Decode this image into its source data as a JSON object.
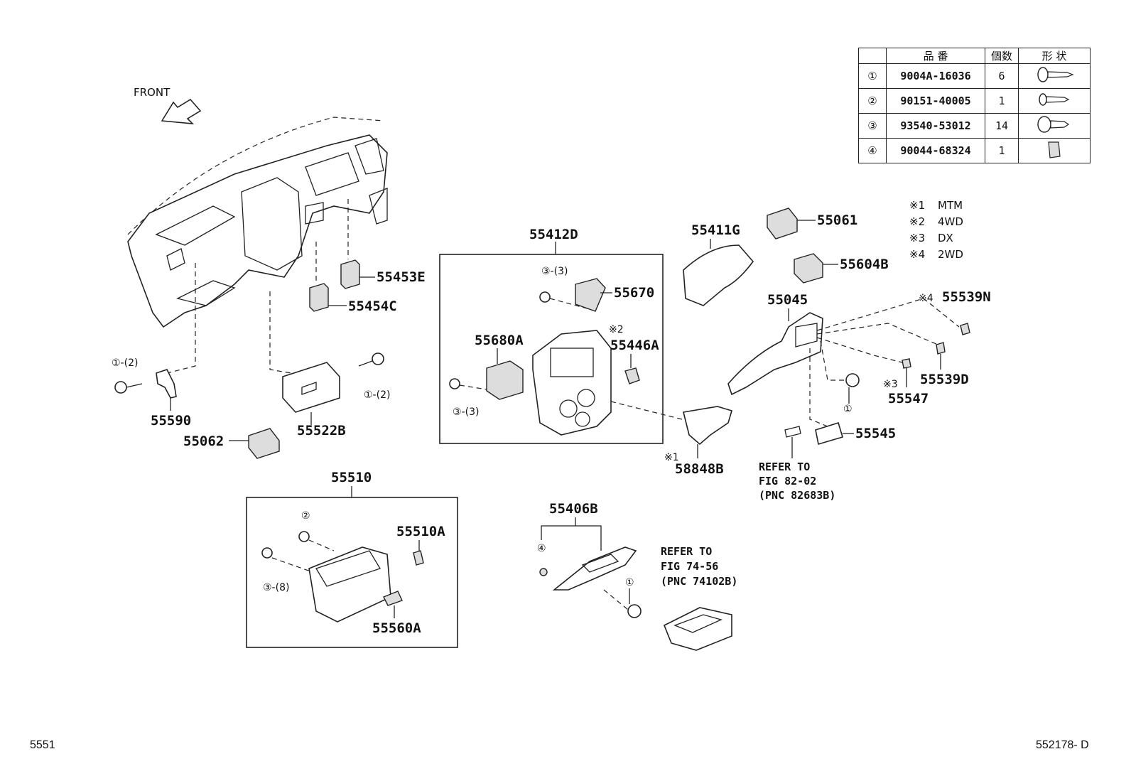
{
  "front_label": "FRONT",
  "legend": {
    "headers": [
      "",
      "品 番",
      "個数",
      "形 状"
    ],
    "rows": [
      {
        "key": "①",
        "part": "9004A-16036",
        "qty": "6"
      },
      {
        "key": "②",
        "part": "90151-40005",
        "qty": "1"
      },
      {
        "key": "③",
        "part": "93540-53012",
        "qty": "14"
      },
      {
        "key": "④",
        "part": "90044-68324",
        "qty": "1"
      }
    ]
  },
  "notes": [
    {
      "mark": "※1",
      "text": "MTM"
    },
    {
      "mark": "※2",
      "text": "4WD"
    },
    {
      "mark": "※3",
      "text": "DX"
    },
    {
      "mark": "※4",
      "text": "2WD"
    }
  ],
  "parts": {
    "p55453E": "55453E",
    "p55454C": "55454C",
    "p55590": "55590",
    "p55522B": "55522B",
    "p55062": "55062",
    "p55412D": "55412D",
    "p55670": "55670",
    "p55680A": "55680A",
    "p55446A": "55446A",
    "p55411G": "55411G",
    "p55061": "55061",
    "p55604B": "55604B",
    "p55045": "55045",
    "p55539N": "55539N",
    "p55539D": "55539D",
    "p55547": "55547",
    "p55545": "55545",
    "p58848B": "58848B",
    "p55510": "55510",
    "p55510A": "55510A",
    "p55560A": "55560A",
    "p55406B": "55406B"
  },
  "callouts": {
    "c1_2a": "①-(2)",
    "c1_2b": "①-(2)",
    "c3_3a": "③-(3)",
    "c3_3b": "③-(3)",
    "c3_8": "③-(8)",
    "c1a": "①",
    "c1b": "①",
    "c2": "②",
    "c4": "④",
    "x1": "※1",
    "x2": "※2",
    "x3": "※3",
    "x4": "※4"
  },
  "refers": {
    "r1": [
      "REFER TO",
      "FIG 82-02",
      "(PNC 82683B)"
    ],
    "r2": [
      "REFER TO",
      "FIG 74-56",
      "(PNC 74102B)"
    ]
  },
  "footer": {
    "left": "5551",
    "right": "552178- D"
  }
}
